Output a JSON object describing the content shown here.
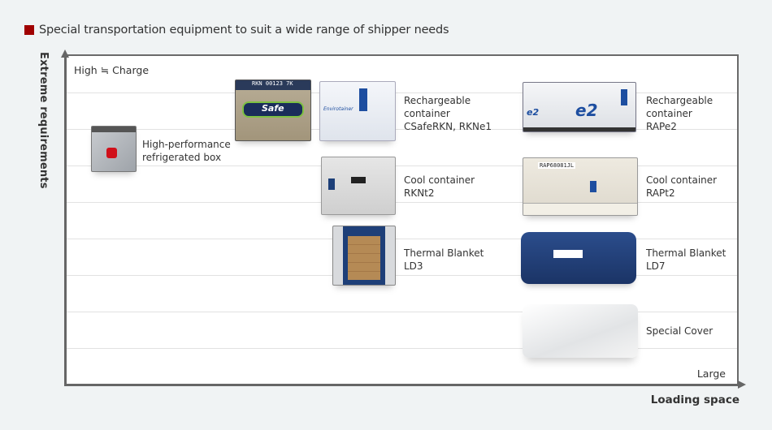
{
  "title": "Special transportation equipment to suit a wide range of shipper needs",
  "title_marker_color": "#a00000",
  "axes": {
    "y_label": "Extreme requirements",
    "x_label": "Loading space",
    "top_left_label": "High ≒ Charge",
    "bottom_right_label": "Large"
  },
  "items": [
    {
      "id": "high-performance-refrigerated-box",
      "lines": [
        "High-performance",
        "refrigerated box"
      ],
      "image": "refrigerated-box-image"
    },
    {
      "id": "rechargeable-container-csafe",
      "lines": [
        "Rechargeable",
        "container",
        "CSafeRKN, RKNe1"
      ],
      "image": "csafe-and-envirotainer-image",
      "image_text": [
        "RKN 00123 7K",
        "Safe",
        "Envirotainer"
      ]
    },
    {
      "id": "rechargeable-container-rape2",
      "lines": [
        "Rechargeable",
        "container",
        "RAPe2"
      ],
      "image": "envirotainer-e2-image",
      "image_text": [
        "e2",
        "e2"
      ]
    },
    {
      "id": "cool-container-rknt2",
      "lines": [
        "Cool container",
        "RKNt2"
      ],
      "image": "rknt2-container-image"
    },
    {
      "id": "cool-container-rapt2",
      "lines": [
        "Cool container",
        "RAPt2"
      ],
      "image": "rapt2-container-image",
      "image_text": [
        "RAP68081JL"
      ]
    },
    {
      "id": "thermal-blanket-ld3",
      "lines": [
        "Thermal Blanket",
        "LD3"
      ],
      "image": "ld3-blanket-image"
    },
    {
      "id": "thermal-blanket-ld7",
      "lines": [
        "Thermal Blanket",
        "LD7"
      ],
      "image": "ld7-blanket-image"
    },
    {
      "id": "special-cover",
      "lines": [
        "Special Cover"
      ],
      "image": "special-cover-image"
    }
  ],
  "colors": {
    "background": "#f0f3f4",
    "panel": "#ffffff",
    "axis": "#666666",
    "grid": "#e2e2e2"
  }
}
